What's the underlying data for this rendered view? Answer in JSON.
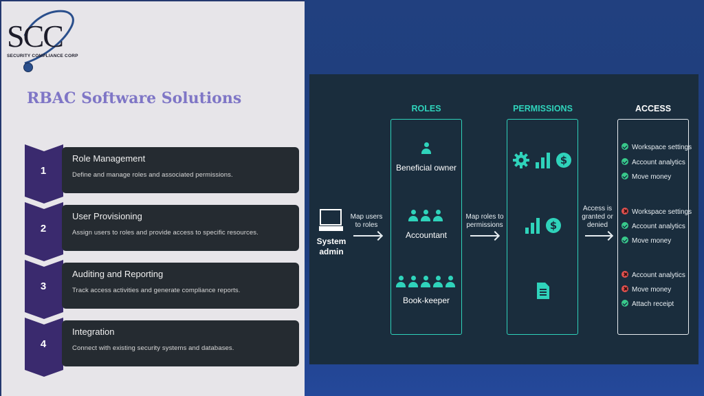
{
  "logo": {
    "letters": "SCC",
    "subtitle": "SECURITY COMPLIANCE CORP"
  },
  "headline": "RBAC Software Solutions",
  "steps": [
    {
      "num": "1",
      "title": "Role Management",
      "desc": "Define and manage roles and associated permissions."
    },
    {
      "num": "2",
      "title": "User Provisioning",
      "desc": "Assign users to roles and provide access to specific resources."
    },
    {
      "num": "3",
      "title": "Auditing and Reporting",
      "desc": "Track access activities and generate compliance reports."
    },
    {
      "num": "4",
      "title": "Integration",
      "desc": "Connect with existing security systems and databases."
    }
  ],
  "diagram": {
    "headers": {
      "roles": "ROLES",
      "permissions": "PERMISSIONS",
      "access": "ACCESS"
    },
    "system_admin": "System admin",
    "map_users": "Map users to roles",
    "map_roles": "Map roles to permissions",
    "access_note": "Access is granted or denied",
    "roles": [
      "Beneficial owner",
      "Accountant",
      "Book-keeper"
    ],
    "access": [
      {
        "label": "Workspace settings",
        "status": "granted"
      },
      {
        "label": "Account analytics",
        "status": "granted"
      },
      {
        "label": "Move money",
        "status": "granted"
      },
      {
        "label": "Workspace settings",
        "status": "denied"
      },
      {
        "label": "Account analytics",
        "status": "granted"
      },
      {
        "label": "Move money",
        "status": "granted"
      },
      {
        "label": "Account analytics",
        "status": "denied"
      },
      {
        "label": "Move money",
        "status": "denied"
      },
      {
        "label": "Attach receipt",
        "status": "granted"
      }
    ]
  },
  "colors": {
    "accent_teal": "#2fd3bb",
    "chevron_purple": "#3a2a6e",
    "headline_purple": "#7f76c6",
    "granted": "#38c98a",
    "denied": "#e2514e"
  }
}
